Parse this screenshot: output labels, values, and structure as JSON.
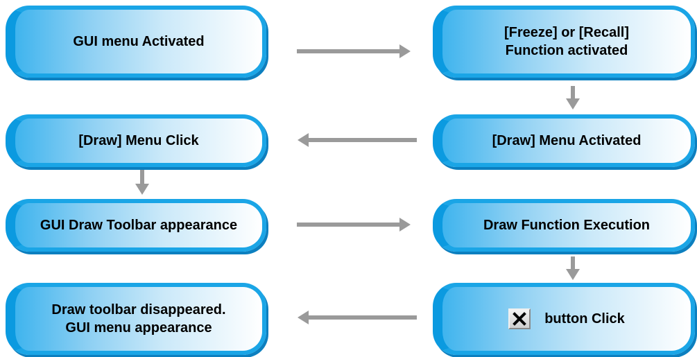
{
  "steps": {
    "gui_menu_activated": "GUI menu Activated",
    "freeze_recall_line1": "[Freeze] or [Recall]",
    "freeze_recall_line2": "Function activated",
    "draw_menu_click": "[Draw] Menu Click",
    "draw_menu_activated": "[Draw] Menu Activated",
    "gui_draw_toolbar": "GUI Draw Toolbar appearance",
    "draw_function_execution": "Draw Function Execution",
    "toolbar_disappeared_line1": "Draw toolbar disappeared.",
    "toolbar_disappeared_line2": "GUI menu appearance",
    "button_click": "button Click"
  },
  "icons": {
    "close_button": "close-x-icon"
  },
  "colors": {
    "box_blue": "#0b9ae0",
    "arrow_gray": "#9a9a9a"
  }
}
